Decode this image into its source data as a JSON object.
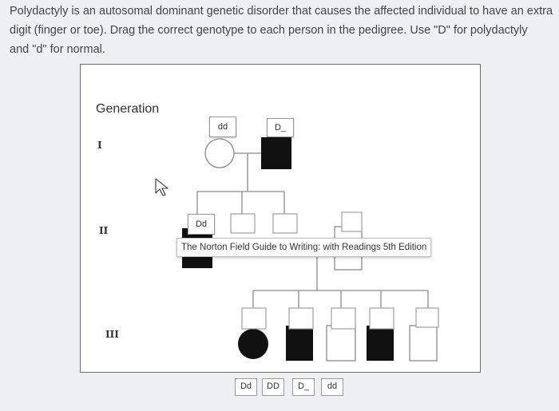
{
  "instructions": {
    "line1": "Polydactyly is an autosomal dominant genetic disorder that causes the affected individual to have an extra",
    "line2": "digit (finger or toe).  Drag the correct genotype to each person in the pedigree.  Use \"D\" for polydactyly",
    "line3": "and \"d\" for normal."
  },
  "pedigree": {
    "generation_title": "Generation",
    "generations": [
      "I",
      "II",
      "III"
    ],
    "placed": {
      "gen1_female": "dd",
      "gen1_male": "D_",
      "gen2_male": "Dd"
    }
  },
  "tooltip": "The Norton Field Guide to Writing: with Readings 5th Edition",
  "answer_bank": [
    "Dd",
    "DD",
    "D_",
    "dd"
  ],
  "colors": {
    "affected": "#111111",
    "line": "#8a8a8a",
    "unaffected_fill": "#ffffff"
  }
}
